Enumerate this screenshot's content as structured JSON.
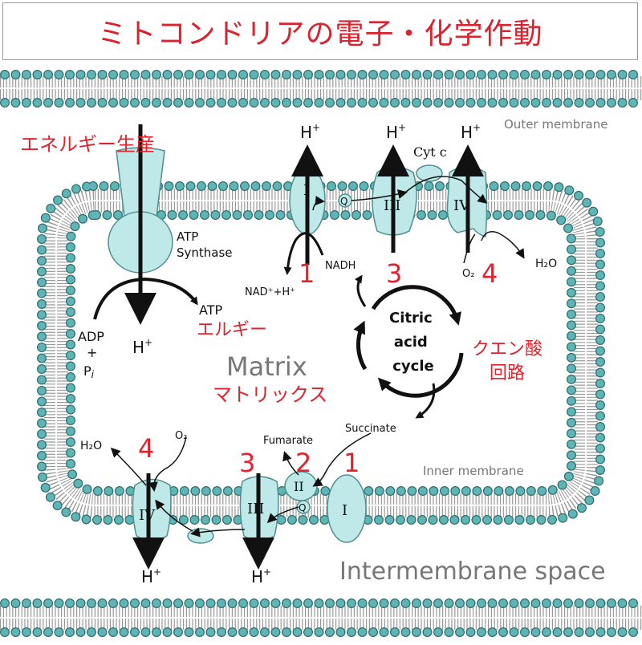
{
  "title": "ミトコンドリアの電子・化学作動",
  "labels": {
    "outer_membrane": "Outer membrane",
    "inner_membrane": "Inner membrane",
    "intermembrane_space": "Intermembrane space",
    "matrix": "Matrix",
    "matrix_jp": "マトリックス",
    "energy_production_jp": "エネルギー生産",
    "atp_synthase_1": "ATP",
    "atp_synthase_2": "Synthase",
    "atp": "ATP",
    "energy_jp": "エルギー",
    "adp": "ADP",
    "plus": "+",
    "pi": "P",
    "pi_sub": "i",
    "h": "H",
    "plus_sup": "+",
    "nadh": "NADH",
    "nad": "NAD⁺+H⁺",
    "cyt_c": "Cyt c",
    "q": "Q",
    "o2": "O₂",
    "h2o": "H₂O",
    "fumarate": "Fumarate",
    "succinate": "Succinate",
    "citric_1": "Citric",
    "citric_2": "acid",
    "citric_3": "cycle",
    "citric_jp_1": "クエン酸",
    "citric_jp_2": "回路"
  },
  "complexes": {
    "c1": "I",
    "c2": "II",
    "c3": "III",
    "c4": "IV"
  },
  "numbers": {
    "n1": "1",
    "n2": "2",
    "n3": "3",
    "n4": "4"
  }
}
